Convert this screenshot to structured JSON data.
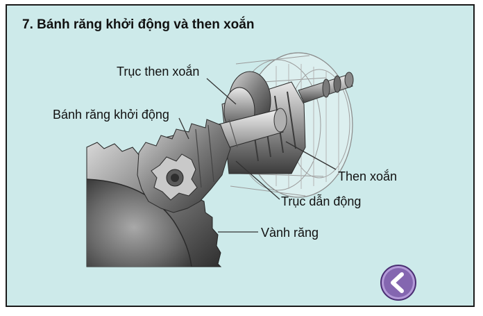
{
  "title": "7. Bánh răng khởi động và then xoắn",
  "labels": {
    "truc_then_xoan": "Trục then xoắn",
    "banh_rang_khoi_dong": "Bánh răng khởi động",
    "then_xoan": "Then xoắn",
    "truc_dan_dong": "Trục dẫn động",
    "vanh_rang": "Vành răng"
  },
  "colors": {
    "background": "#cdeaea",
    "border": "#1a1a1a",
    "button": "#8466b0"
  },
  "icons": {
    "back": "chevron-left-icon"
  }
}
